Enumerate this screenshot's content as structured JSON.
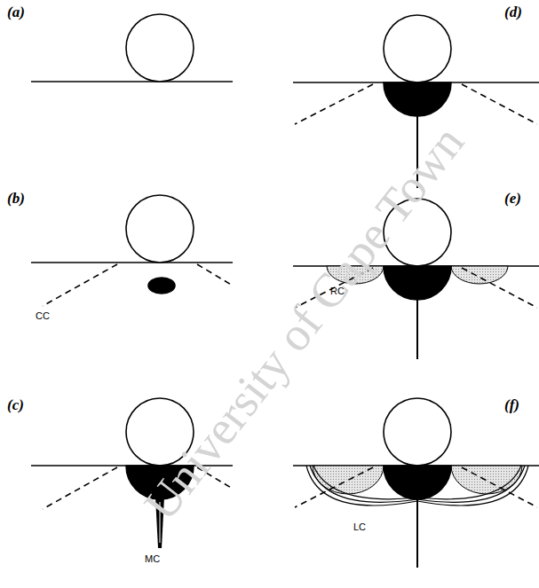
{
  "diagram": {
    "labels": [
      "(a)",
      "(b)",
      "(c)",
      "(d)",
      "(e)",
      "(f)",
      "CC",
      "MC",
      "RC",
      "LC",
      "University of Cape Town"
    ]
  }
}
